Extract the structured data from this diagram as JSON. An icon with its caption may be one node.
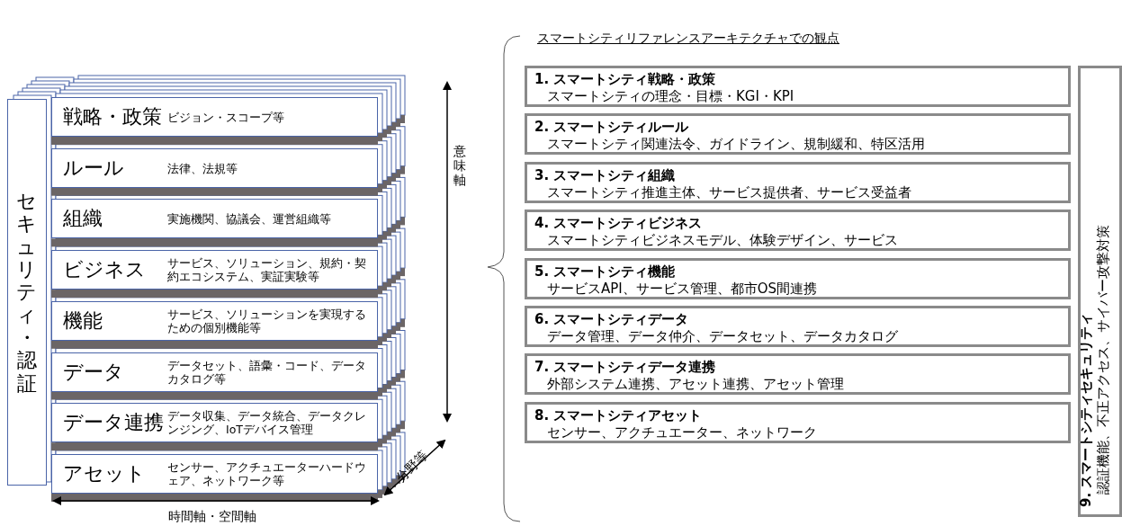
{
  "diagram": {
    "nodes": [
      {
        "text": [
          "セキュリティ・認証"
        ]
      },
      {
        "text": [
          "戦略・政策",
          "ビジョン・スコープ等"
        ]
      },
      {
        "text": [
          "ルール",
          "法律、法規等"
        ]
      },
      {
        "text": [
          "組織",
          "実施機関、協議会、運営組織等"
        ]
      },
      {
        "text": [
          "ビジネス",
          "サービス、ソリューション、規約・契約エコシステム、実証実験等"
        ]
      },
      {
        "text": [
          "機能",
          "サービス、ソリューションを実現するための個別機能等"
        ]
      },
      {
        "text": [
          "データ",
          "データセット、語彙・コード、データカタログ等"
        ]
      },
      {
        "text": [
          "データ連携",
          "データ収集、データ統合、データクレンジング、IoTデバイス管理"
        ]
      },
      {
        "text": [
          "アセット",
          "センサー、アクチュエーターハードウェア、ネットワーク等"
        ]
      },
      {
        "text": [
          "1. スマートシティ戦略・政策",
          "スマートシティの理念・目標・KGI・KPI"
        ]
      },
      {
        "text": [
          "2. スマートシティルール",
          "スマートシティ関連法令、ガイドライン、規制緩和、特区活用"
        ]
      },
      {
        "text": [
          "3. スマートシティ組織",
          "スマートシティ推進主体、サービス提供者、サービス受益者"
        ]
      },
      {
        "text": [
          "4. スマートシティビジネス",
          "スマートシティビジネスモデル、体験デザイン、サービス"
        ]
      },
      {
        "text": [
          "5. スマートシティ機能",
          "サービスAPI、サービス管理、都市OS間連携"
        ]
      },
      {
        "text": [
          "6. スマートシティデータ",
          "データ管理、データ仲介、データセット、データカタログ"
        ]
      },
      {
        "text": [
          "7. スマートシティデータ連携",
          "外部システム連携、アセット連携、アセット管理"
        ]
      },
      {
        "text": [
          "8. スマートシティアセット",
          "センサー、アクチュエーター、ネットワーク"
        ]
      },
      {
        "text": [
          "9. スマートシティセキュリティ",
          "認証機能、不正アクセス、サイバー攻撃対策"
        ]
      }
    ],
    "labels": [
      "スマートシティリファレンスアーキテクチャでの観点",
      "意味軸",
      "分野等",
      "時間軸・空間軸"
    ]
  }
}
